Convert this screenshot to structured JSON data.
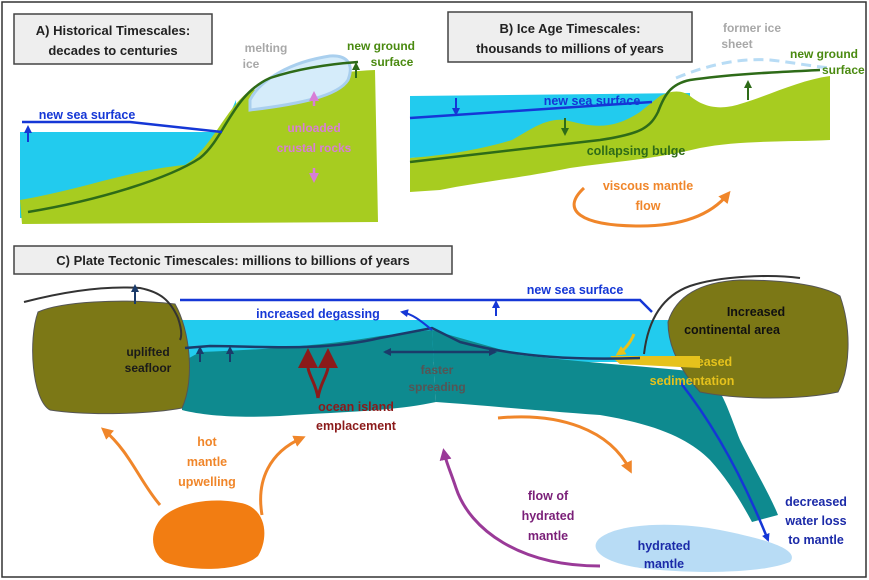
{
  "panels": {
    "a": {
      "title_line1": "A) Historical Timescales:",
      "title_line2": "decades to centuries",
      "labels": {
        "melting_line1": "melting",
        "melting_line2": "ice",
        "new_ground_line1": "new ground",
        "new_ground_line2": "surface",
        "sea_surface": "new sea surface",
        "unloaded_line1": "unloaded",
        "unloaded_line2": "crustal rocks"
      }
    },
    "b": {
      "title_line1": "B) Ice Age Timescales:",
      "title_line2": "thousands to millions of years",
      "labels": {
        "former_line1": "former ice",
        "former_line2": "sheet",
        "new_ground_line1": "new ground",
        "new_ground_line2": "surface",
        "sea_surface": "new sea surface",
        "bulge": "collapsing bulge",
        "viscous_line1": "viscous mantle",
        "viscous_line2": "flow"
      }
    },
    "c": {
      "title": "C) Plate Tectonic Timescales: millions to billions of years",
      "labels": {
        "sea_surface": "new sea surface",
        "degassing": "increased degassing",
        "uplifted_line1": "uplifted",
        "uplifted_line2": "seafloor",
        "continental_line1": "Increased",
        "continental_line2": "continental area",
        "sedimentation_line1": "increased",
        "sedimentation_line2": "sedimentation",
        "spreading_line1": "faster",
        "spreading_line2": "spreading",
        "island_line1": "ocean island",
        "island_line2": "emplacement",
        "hot_line1": "hot",
        "hot_line2": "mantle",
        "hot_line3": "upwelling",
        "hydrated_flow_line1": "flow of",
        "hydrated_flow_line2": "hydrated",
        "hydrated_flow_line3": "mantle",
        "hydrated_mantle_line1": "hydrated",
        "hydrated_mantle_line2": "mantle",
        "water_loss_line1": "decreased",
        "water_loss_line2": "water loss",
        "water_loss_line3": "to mantle"
      }
    }
  },
  "colors": {
    "water": "#22cbee",
    "land": "#a7cc20",
    "dark_green": "#2e6b18",
    "label_green": "#4a8a10",
    "blue": "#1537d6",
    "pink": "#d87ed6",
    "orange": "#f0862a",
    "ice": "#b8dcf5",
    "olive": "#7c7816",
    "teal": "#0e8a8f",
    "maroon": "#8b1a1a",
    "purple": "#7a1f78",
    "gold": "#e6c21c",
    "navy": "#1b2aa8",
    "gray": "#a8a8a8"
  }
}
